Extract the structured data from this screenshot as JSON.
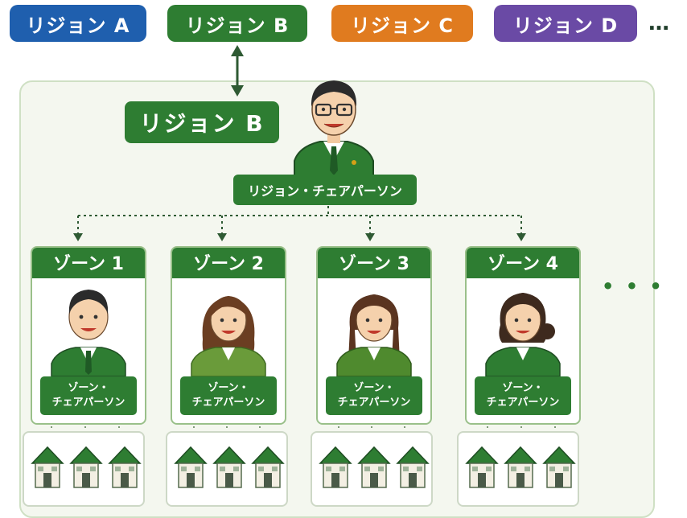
{
  "top_regions": [
    {
      "label": "リジョン A",
      "color": "#1f5fae"
    },
    {
      "label": "リジョン B",
      "color": "#2e7d32"
    },
    {
      "label": "リジョン C",
      "color": "#e07b1f"
    },
    {
      "label": "リジョン D",
      "color": "#6a4aa5"
    }
  ],
  "top_more": "…",
  "selected_region": {
    "label": "リジョン B",
    "chair_role": "リジョン・チェアパーソン"
  },
  "zones": [
    {
      "title": "ゾーン 1",
      "role_line1": "ゾーン・",
      "role_line2": "チェアパーソン",
      "person": "man"
    },
    {
      "title": "ゾーン 2",
      "role_line1": "ゾーン・",
      "role_line2": "チェアパーソン",
      "person": "woman"
    },
    {
      "title": "ゾーン 3",
      "role_line1": "ゾーン・",
      "role_line2": "チェアパーソン",
      "person": "woman"
    },
    {
      "title": "ゾーン 4",
      "role_line1": "ゾーン・",
      "role_line2": "チェアパーソン",
      "person": "woman"
    }
  ],
  "zones_more": "• • •",
  "icons": {
    "house": "house-icon",
    "arrow": "double-arrow-icon"
  },
  "colors": {
    "green": "#2e7d32",
    "panel": "#f4f7ef",
    "connector": "#2e5a33"
  }
}
